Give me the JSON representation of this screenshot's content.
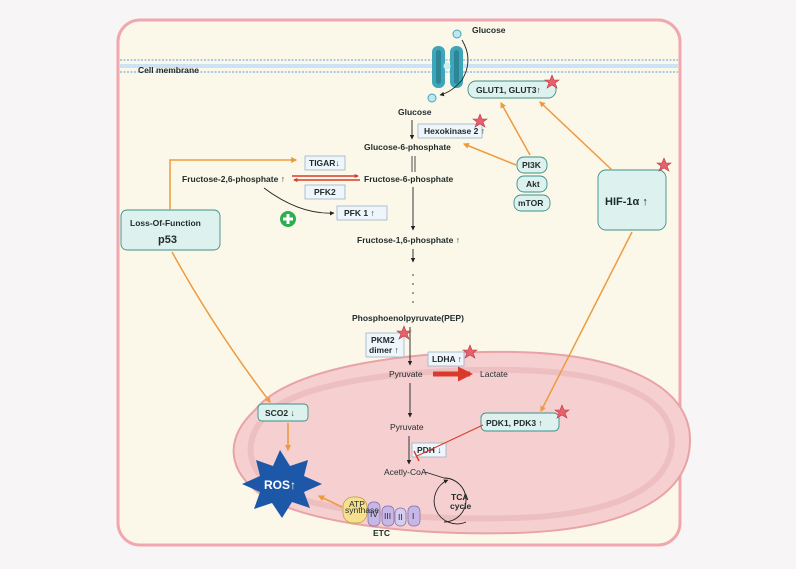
{
  "labels": {
    "glucose_outside": "Glucose",
    "cell_membrane": "Cell membrane",
    "glucose_inside": "Glucose",
    "glucose_6_phosphate": "Glucose-6-phosphate",
    "fructose_6_phosphate": "Fructose-6-phosphate",
    "fructose_2_6_phosphate": "Fructose-2,6-phosphate ↑",
    "fructose_1_6_phosphate": "Fructose-1,6-phosphate ↑",
    "pep": "Phosphoenolpyruvate(PEP)",
    "pyruvate_cyto": "Pyruvate",
    "lactate": "Lactate",
    "pyruvate_mito": "Pyruvate",
    "acetyl_coa": "Acetly-CoA",
    "tca_line1": "TCA",
    "tca_line2": "cycle",
    "etc": "ETC",
    "atp_line1": "ATP",
    "atp_line2": "synthase",
    "complex_iv": "IV",
    "complex_iii": "III",
    "complex_ii": "II",
    "complex_i": "I"
  },
  "boxes": {
    "glut": "GLUT1, GLUT3↑",
    "hexokinase": "Hexokinase 2 ↑",
    "tigar": "TIGAR↓",
    "pfk2": "PFK2",
    "pfk1": "PFK 1 ↑",
    "pi3k": "PI3K",
    "akt": "Akt",
    "mtor": "mTOR",
    "hif": "HIF-1α ↑",
    "p53_line1": "Loss-Of-Function",
    "p53_line2": "p53",
    "pkm2_line1": "PKM2",
    "pkm2_line2": "dimer ↑",
    "ldha": "LDHA ↑",
    "sco2": "SCO2 ↓",
    "pdk": "PDK1, PDK3 ↑",
    "pdh": "PDH ↓",
    "ros": "ROS↑"
  },
  "colors": {
    "cell_fill": "#fbf8ea",
    "cell_border": "#f0a7ad",
    "mito_fill": "#f6d0d0",
    "mito_border": "#e9a3a6",
    "orange": "#ef9a3e",
    "red": "#d93a2b",
    "teal_fill": "#ddf2ee",
    "teal_border": "#3c8f87",
    "ros": "#1d57a8",
    "star": "#e8606a"
  }
}
